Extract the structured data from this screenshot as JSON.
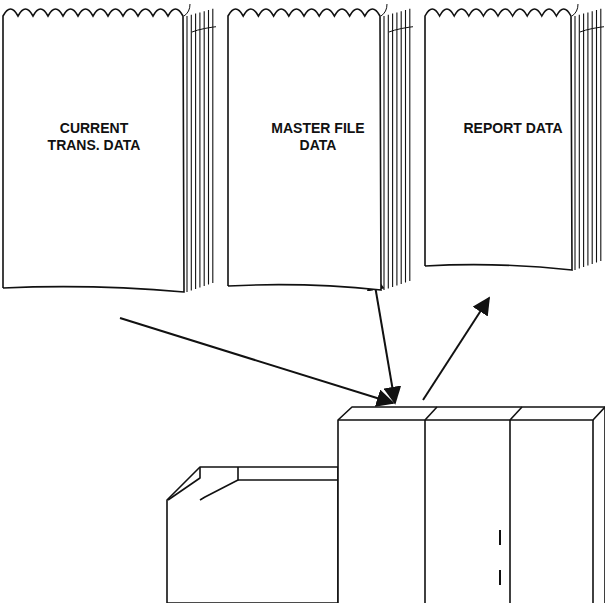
{
  "diagram": {
    "nodes": [
      {
        "text": [
          "CURRENT TRANS. DATA"
        ]
      },
      {
        "text": [
          "MASTER FILE DATA"
        ]
      },
      {
        "text": [
          "REPORT DATA"
        ]
      }
    ]
  }
}
